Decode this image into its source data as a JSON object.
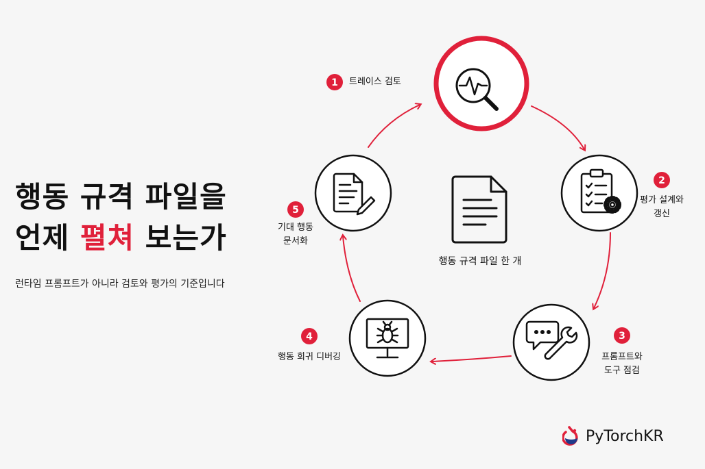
{
  "title": {
    "line1": "행동 규격 파일을",
    "line2_before": "언제 ",
    "line2_accent": "펼쳐",
    "line2_after": " 보는가"
  },
  "subtitle": "런타임 프롬프트가 아니라 검토와 평가의 기준입니다",
  "center_label": "행동 규격 파일 한 개",
  "steps": [
    {
      "number": "1",
      "label": "트레이스 검토"
    },
    {
      "number": "2",
      "label_lines": [
        "평가 설계와",
        "갱신"
      ]
    },
    {
      "number": "3",
      "label_lines": [
        "프롬프트와",
        "도구 점검"
      ]
    },
    {
      "number": "4",
      "label": "행동 회귀 디버깅"
    },
    {
      "number": "5",
      "label_lines": [
        "기대 행동",
        "문서화"
      ]
    }
  ],
  "icons": [
    "magnifier-pulse-icon",
    "checklist-gear-icon",
    "chat-wrench-icon",
    "monitor-bug-icon",
    "document-pen-icon",
    "document-icon"
  ],
  "brand": "PyTorchKR",
  "colors": {
    "accent": "#e0203a",
    "ink": "#111111",
    "background": "#f6f6f6"
  }
}
